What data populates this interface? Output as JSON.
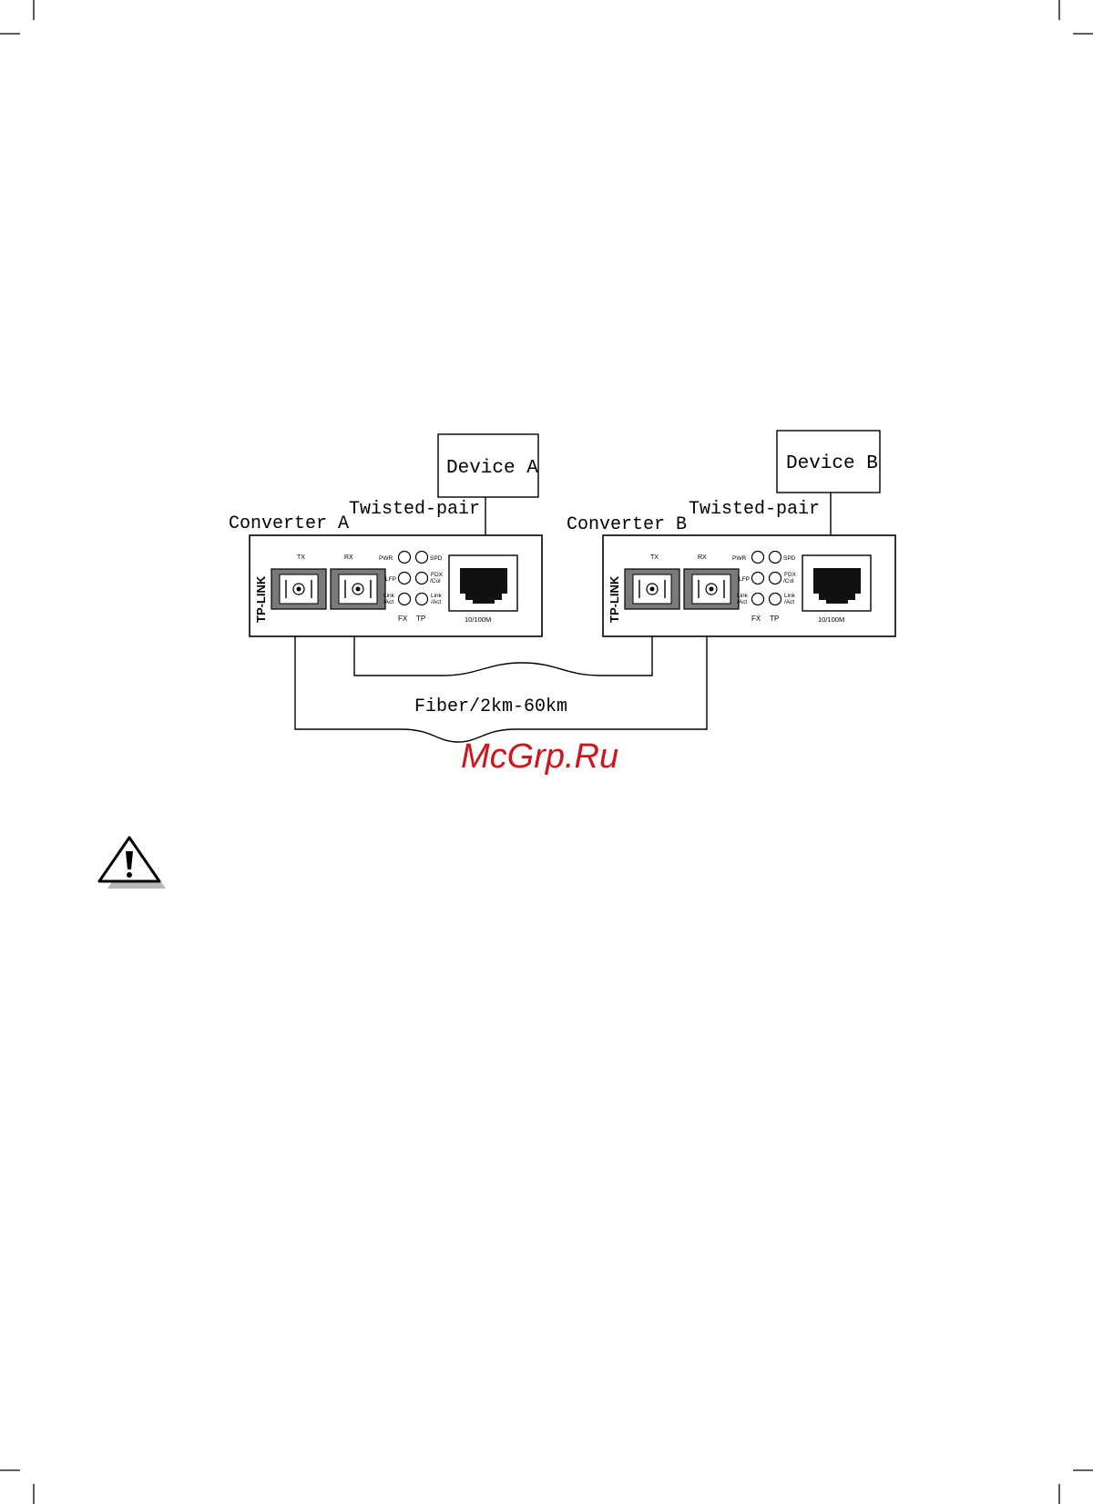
{
  "diagram": {
    "device_a_label": "Device A",
    "device_b_label": "Device B",
    "converter_a_label": "Converter A",
    "converter_b_label": "Converter B",
    "twisted_pair_label": "Twisted-pair",
    "fiber_label": "Fiber/2km-60km"
  },
  "converter_panel": {
    "brand": "TP-LINK",
    "tx_label": "TX",
    "rx_label": "RX",
    "led_pwr": "PWR",
    "led_spd": "SPD",
    "led_lfp": "LFP",
    "led_fdx_line1": "FDX",
    "led_fdx_line2": "/Col",
    "led_link_line1": "Link",
    "led_link_line2": "/Act",
    "fx_label": "FX",
    "tp_label": "TP",
    "port_label": "10/100M"
  },
  "watermark": {
    "text": "McGrp.Ru",
    "color": "#d0141b"
  },
  "icons": [
    "warning-icon",
    "crop-mark-icon"
  ]
}
